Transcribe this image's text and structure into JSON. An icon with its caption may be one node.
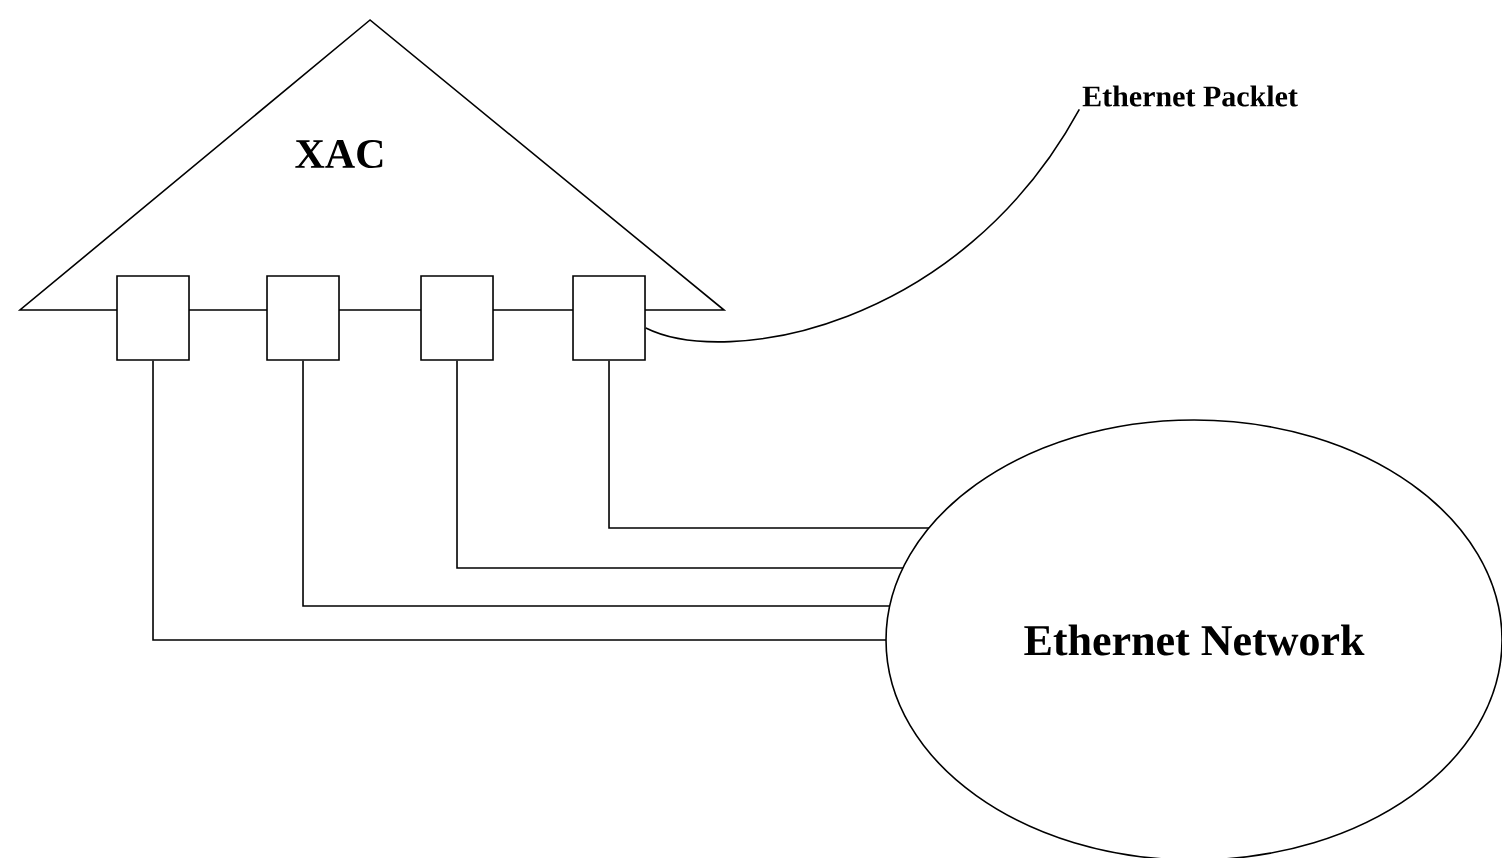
{
  "diagram": {
    "nodes": [
      {
        "text": [
          "XAC"
        ]
      },
      {
        "text": [],
        "shape": "box"
      },
      {
        "text": [],
        "shape": "box"
      },
      {
        "text": [],
        "shape": "box"
      },
      {
        "text": [],
        "shape": "box"
      },
      {
        "text": [
          "Ethernet Network"
        ]
      },
      {
        "text": [
          "Ethernet Packlet"
        ]
      }
    ],
    "edges": [
      {
        "from": 1,
        "to": 5,
        "arrow": "none"
      },
      {
        "from": 2,
        "to": 5,
        "arrow": "none"
      },
      {
        "from": 3,
        "to": 5,
        "arrow": "none"
      },
      {
        "from": 4,
        "to": 5,
        "arrow": "none"
      },
      {
        "from": 6,
        "to": 4,
        "arrow": "none"
      }
    ]
  }
}
